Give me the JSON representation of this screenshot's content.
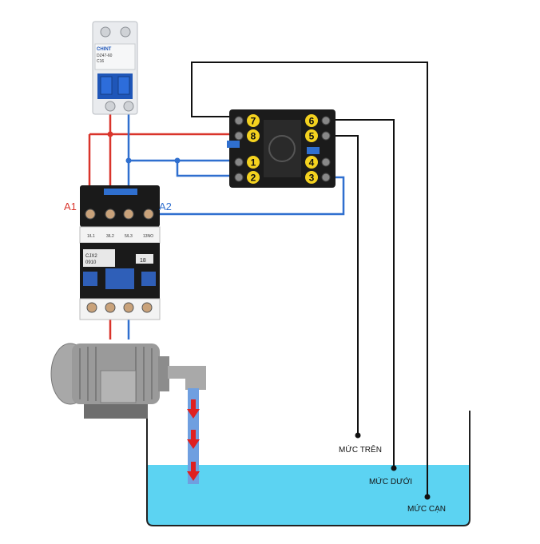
{
  "breaker": {
    "brand": "CHINT",
    "model": "DZ47-60",
    "rating": "C16"
  },
  "relay": {
    "terminals": [
      "7",
      "8",
      "1",
      "2",
      "6",
      "5",
      "4",
      "3"
    ]
  },
  "contactor": {
    "coil_left_label": "A1",
    "coil_right_label": "A2",
    "model": "CJX2",
    "model_code": "0910",
    "rating": "18",
    "top_terminals": [
      "1/L1",
      "3/L2",
      "5/L3",
      "13NO"
    ]
  },
  "probes": {
    "upper": "MỨC TRÊN",
    "lower": "MỨC DƯỚI",
    "common": "MỨC CẠN"
  },
  "colors": {
    "phase_wire": "#d9342b",
    "neutral_wire": "#2f6fcf",
    "probe_wire": "#111111",
    "water": "#5cd3f2",
    "terminal_yellow": "#f4d21f"
  }
}
